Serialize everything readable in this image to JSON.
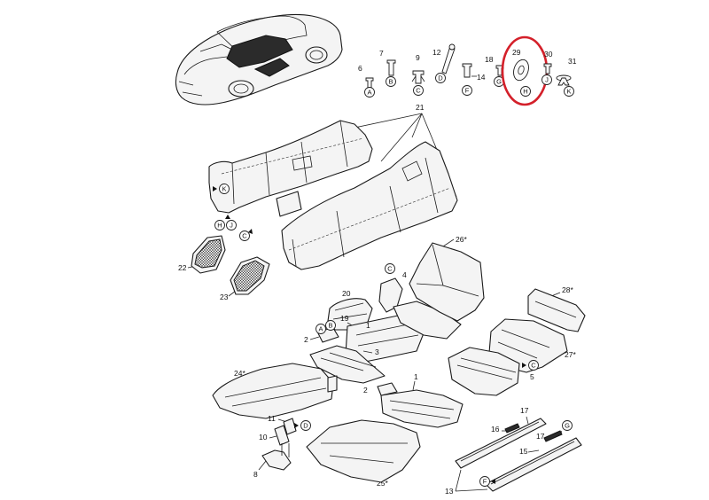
{
  "colors": {
    "line": "#1a1a1a",
    "highlight": "#d4202a",
    "fill": "#f4f4f4"
  },
  "fasteners": [
    {
      "num": "6",
      "letter": "A"
    },
    {
      "num": "7",
      "letter": "B"
    },
    {
      "num": "9",
      "letter": "C"
    },
    {
      "num": "12",
      "letter": "D"
    },
    {
      "num": "14",
      "letter": "F"
    },
    {
      "num": "18",
      "letter": "G"
    },
    {
      "num": "29",
      "letter": "H"
    },
    {
      "num": "30",
      "letter": "J"
    },
    {
      "num": "31",
      "letter": "K"
    }
  ],
  "part_numbers": [
    "21",
    "22",
    "23",
    "20",
    "19",
    "2",
    "3",
    "4",
    "1",
    "5",
    "26*",
    "28*",
    "27*",
    "24*",
    "25*",
    "11",
    "10",
    "8",
    "16",
    "17",
    "15",
    "13",
    "17"
  ],
  "callouts": [
    "K",
    "H",
    "J",
    "C",
    "C",
    "A",
    "B",
    "C",
    "D",
    "G",
    "F"
  ],
  "highlighted_part": "29"
}
